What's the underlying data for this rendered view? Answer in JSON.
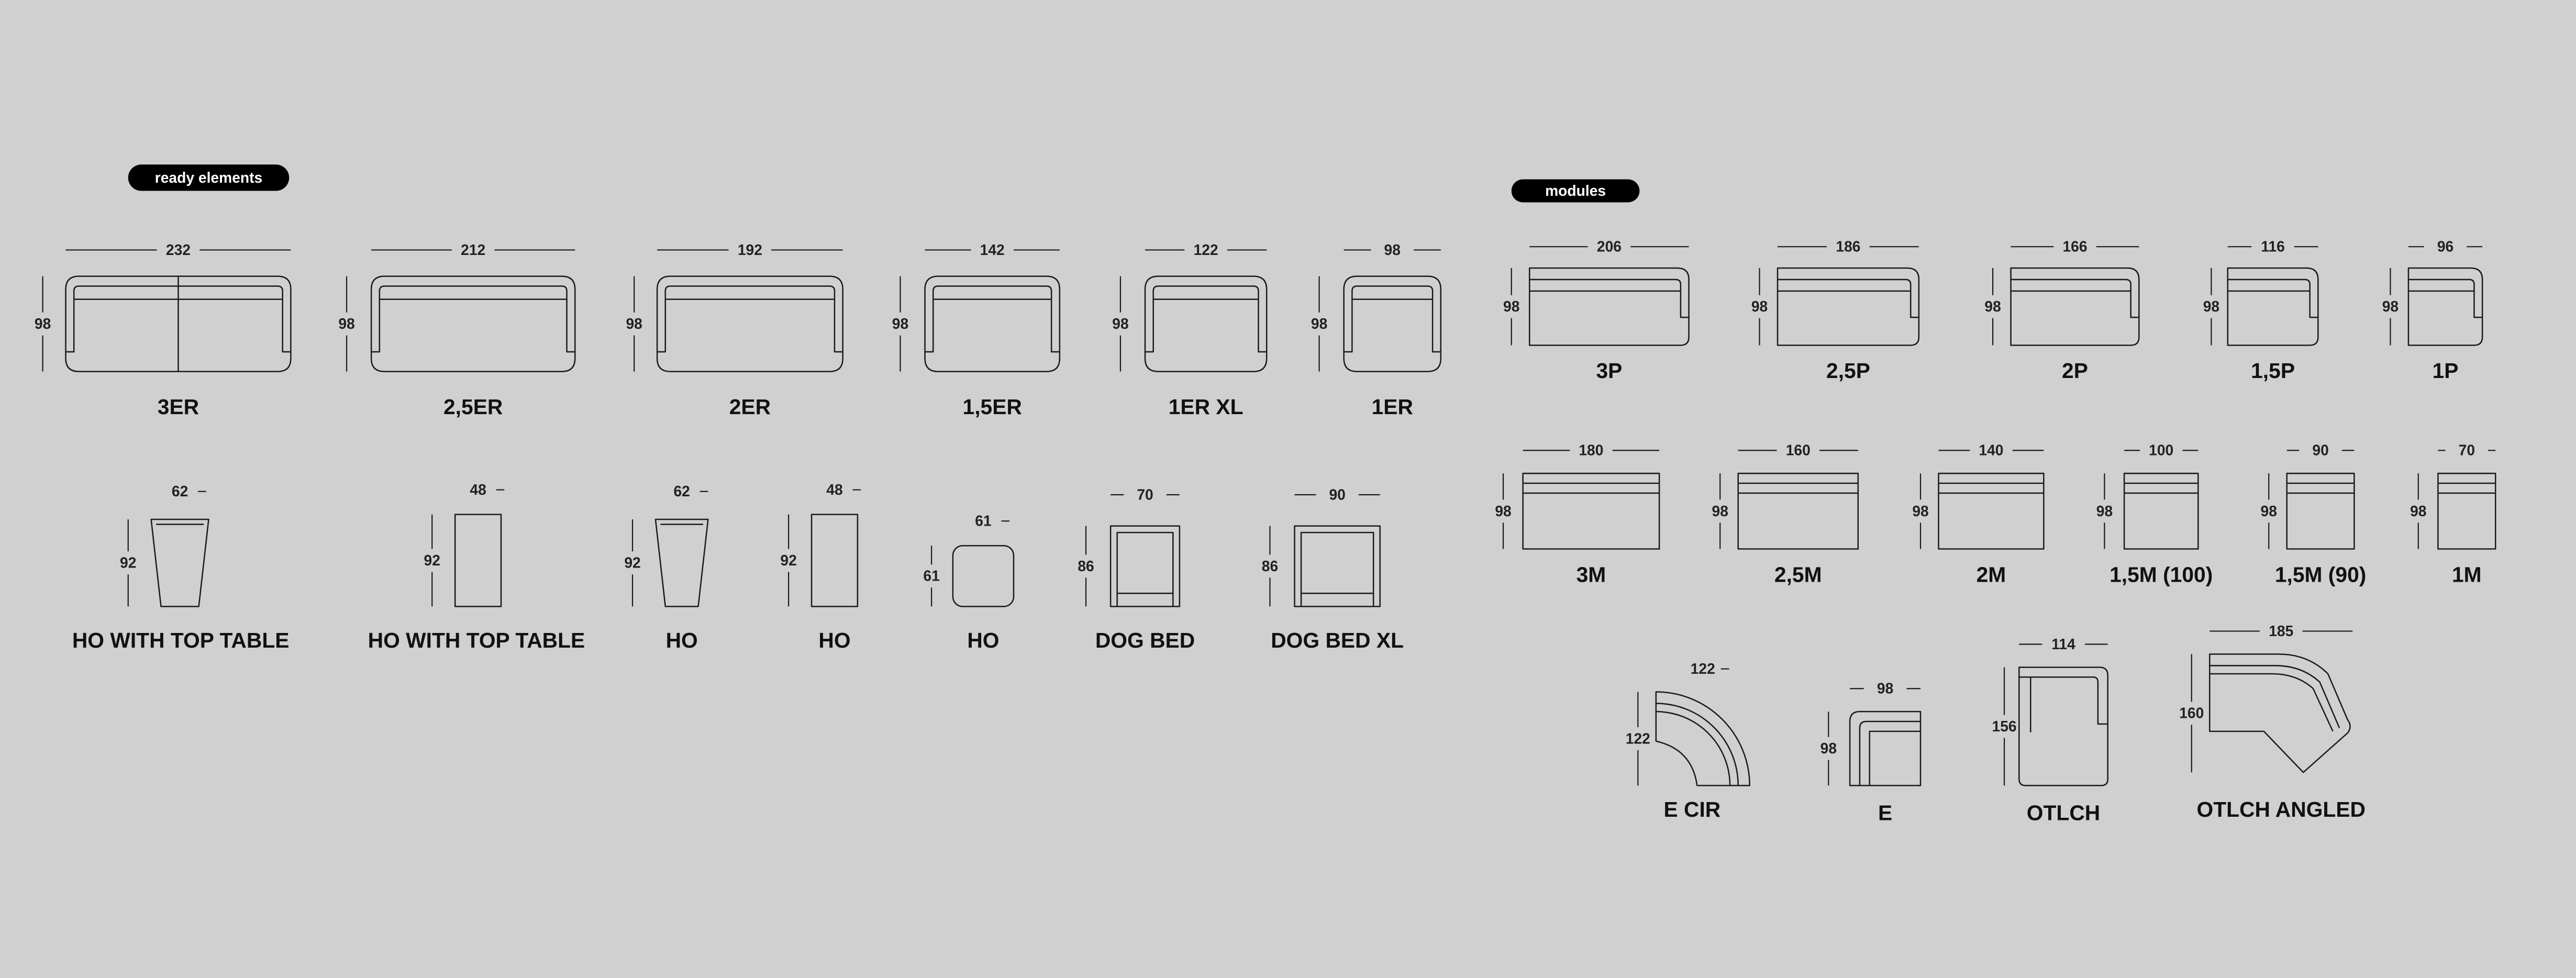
{
  "ready_elements": {
    "title": "ready elements",
    "items": [
      {
        "label": "3ER",
        "width": "232",
        "depth": "98"
      },
      {
        "label": "2,5ER",
        "width": "212",
        "depth": "98"
      },
      {
        "label": "2ER",
        "width": "192",
        "depth": "98"
      },
      {
        "label": "1,5ER",
        "width": "142",
        "depth": "98"
      },
      {
        "label": "1ER XL",
        "width": "122",
        "depth": "98"
      },
      {
        "label": "1ER",
        "width": "98",
        "depth": "98"
      },
      {
        "label": "HO WITH TOP TABLE",
        "width": "62",
        "depth": "92"
      },
      {
        "label": "HO WITH TOP TABLE",
        "width": "48",
        "depth": "92"
      },
      {
        "label": "HO",
        "width": "62",
        "depth": "92"
      },
      {
        "label": "HO",
        "width": "48",
        "depth": "92"
      },
      {
        "label": "HO",
        "width": "61",
        "depth": "61"
      },
      {
        "label": "DOG BED",
        "width": "70",
        "depth": "86"
      },
      {
        "label": "DOG BED XL",
        "width": "90",
        "depth": "86"
      }
    ]
  },
  "modules": {
    "title": "modules",
    "items": [
      {
        "label": "3P",
        "width": "206",
        "depth": "98"
      },
      {
        "label": "2,5P",
        "width": "186",
        "depth": "98"
      },
      {
        "label": "2P",
        "width": "166",
        "depth": "98"
      },
      {
        "label": "1,5P",
        "width": "116",
        "depth": "98"
      },
      {
        "label": "1P",
        "width": "96",
        "depth": "98"
      },
      {
        "label": "3M",
        "width": "180",
        "depth": "98"
      },
      {
        "label": "2,5M",
        "width": "160",
        "depth": "98"
      },
      {
        "label": "2M",
        "width": "140",
        "depth": "98"
      },
      {
        "label": "1,5M (100)",
        "width": "100",
        "depth": "98"
      },
      {
        "label": "1,5M (90)",
        "width": "90",
        "depth": "98"
      },
      {
        "label": "1M",
        "width": "70",
        "depth": "98"
      },
      {
        "label": "E CIR",
        "width": "122",
        "depth": "122"
      },
      {
        "label": "E",
        "width": "98",
        "depth": "98"
      },
      {
        "label": "OTLCH",
        "width": "114",
        "depth": "156"
      },
      {
        "label": "OTLCH ANGLED",
        "width": "185",
        "depth": "160"
      }
    ]
  }
}
